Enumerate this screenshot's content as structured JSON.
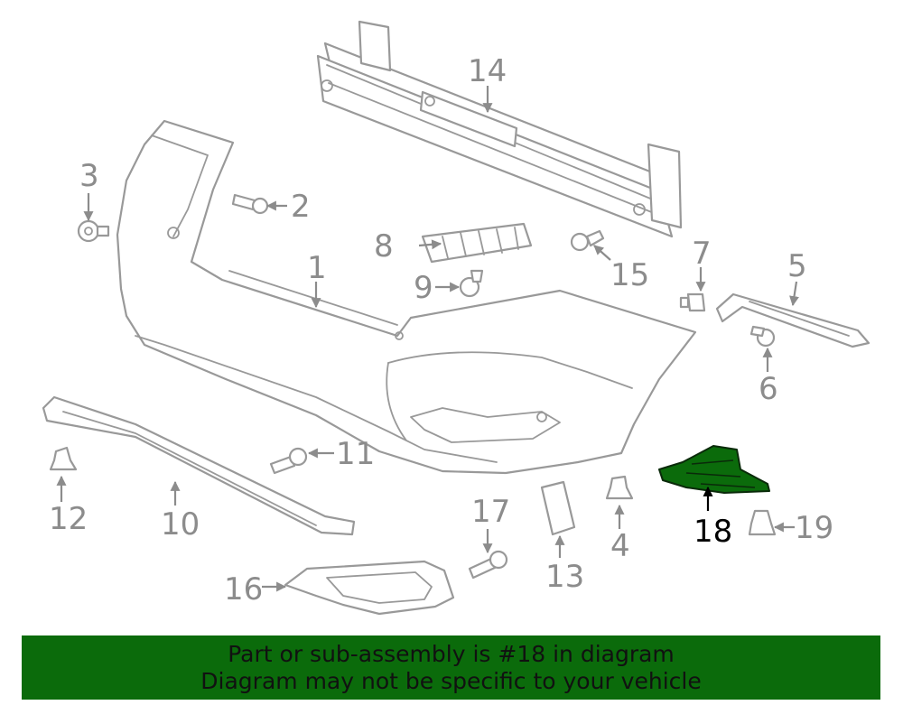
{
  "callouts": {
    "c1": "1",
    "c2": "2",
    "c3": "3",
    "c4": "4",
    "c5": "5",
    "c6": "6",
    "c7": "7",
    "c8": "8",
    "c9": "9",
    "c10": "10",
    "c11": "11",
    "c12": "12",
    "c13": "13",
    "c14": "14",
    "c15": "15",
    "c16": "16",
    "c17": "17",
    "c18": "18",
    "c19": "19"
  },
  "highlighted_part": "18",
  "colors": {
    "highlight": "#0b6b0b",
    "line_art": "#999999",
    "active_label": "#000000"
  },
  "banner": {
    "line1": "Part or sub-assembly is #18 in diagram",
    "line2": "Diagram may not be specific to your vehicle"
  }
}
